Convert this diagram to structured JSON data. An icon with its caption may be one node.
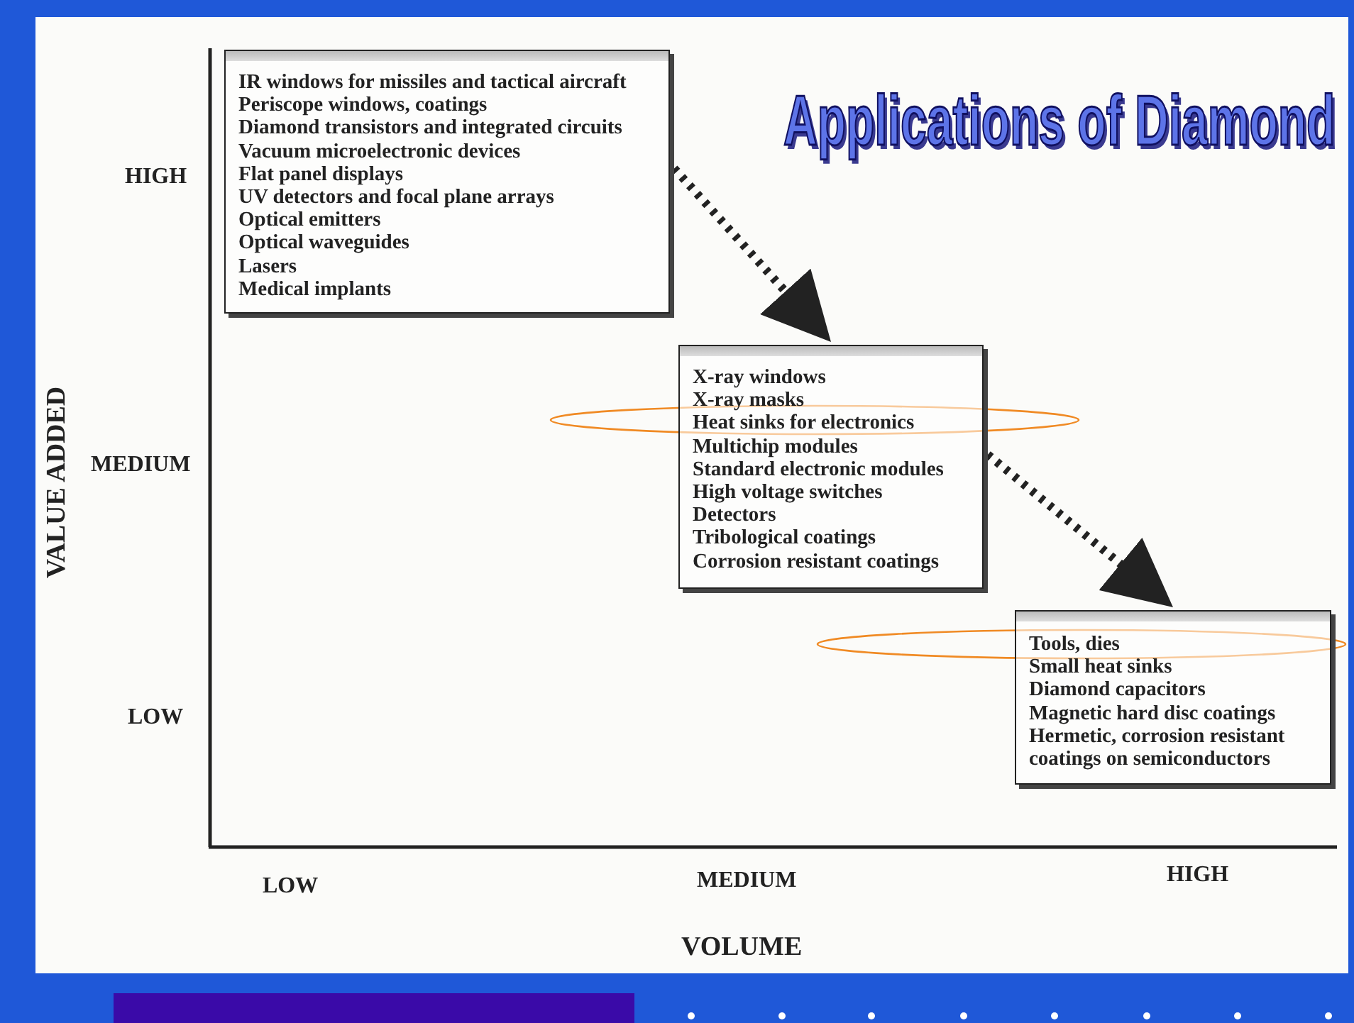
{
  "diagram": {
    "title": "Applications of Diamond",
    "nodes": [
      {
        "text": [
          "IR windows for missiles and tactical aircraft",
          "Periscope windows, coatings",
          "Diamond transistors and integrated circuits",
          "Vacuum microelectronic devices",
          "Flat panel displays",
          "UV detectors and focal plane arrays",
          "Optical emitters",
          "Optical waveguides",
          "Lasers",
          "Medical implants"
        ]
      },
      {
        "text": [
          "X-ray windows",
          "X-ray masks",
          "Heat sinks for electronics",
          "Multichip modules",
          "Standard electronic modules",
          "High voltage switches",
          "Detectors",
          "Tribological coatings",
          "Corrosion resistant coatings"
        ]
      },
      {
        "text": [
          "Tools, dies",
          "Small heat sinks",
          "Diamond capacitors",
          "Magnetic hard disc coatings",
          "Hermetic, corrosion resistant coatings on semiconductors"
        ]
      }
    ],
    "edges": [
      {
        "from": 0,
        "to": 1,
        "arrow": "to",
        "style": "dashed"
      },
      {
        "from": 1,
        "to": 2,
        "arrow": "to",
        "style": "dashed"
      }
    ],
    "labels": [
      "HIGH",
      "MEDIUM",
      "LOW",
      "VALUE ADDED",
      "LOW",
      "MEDIUM",
      "HIGH",
      "VOLUME"
    ]
  }
}
